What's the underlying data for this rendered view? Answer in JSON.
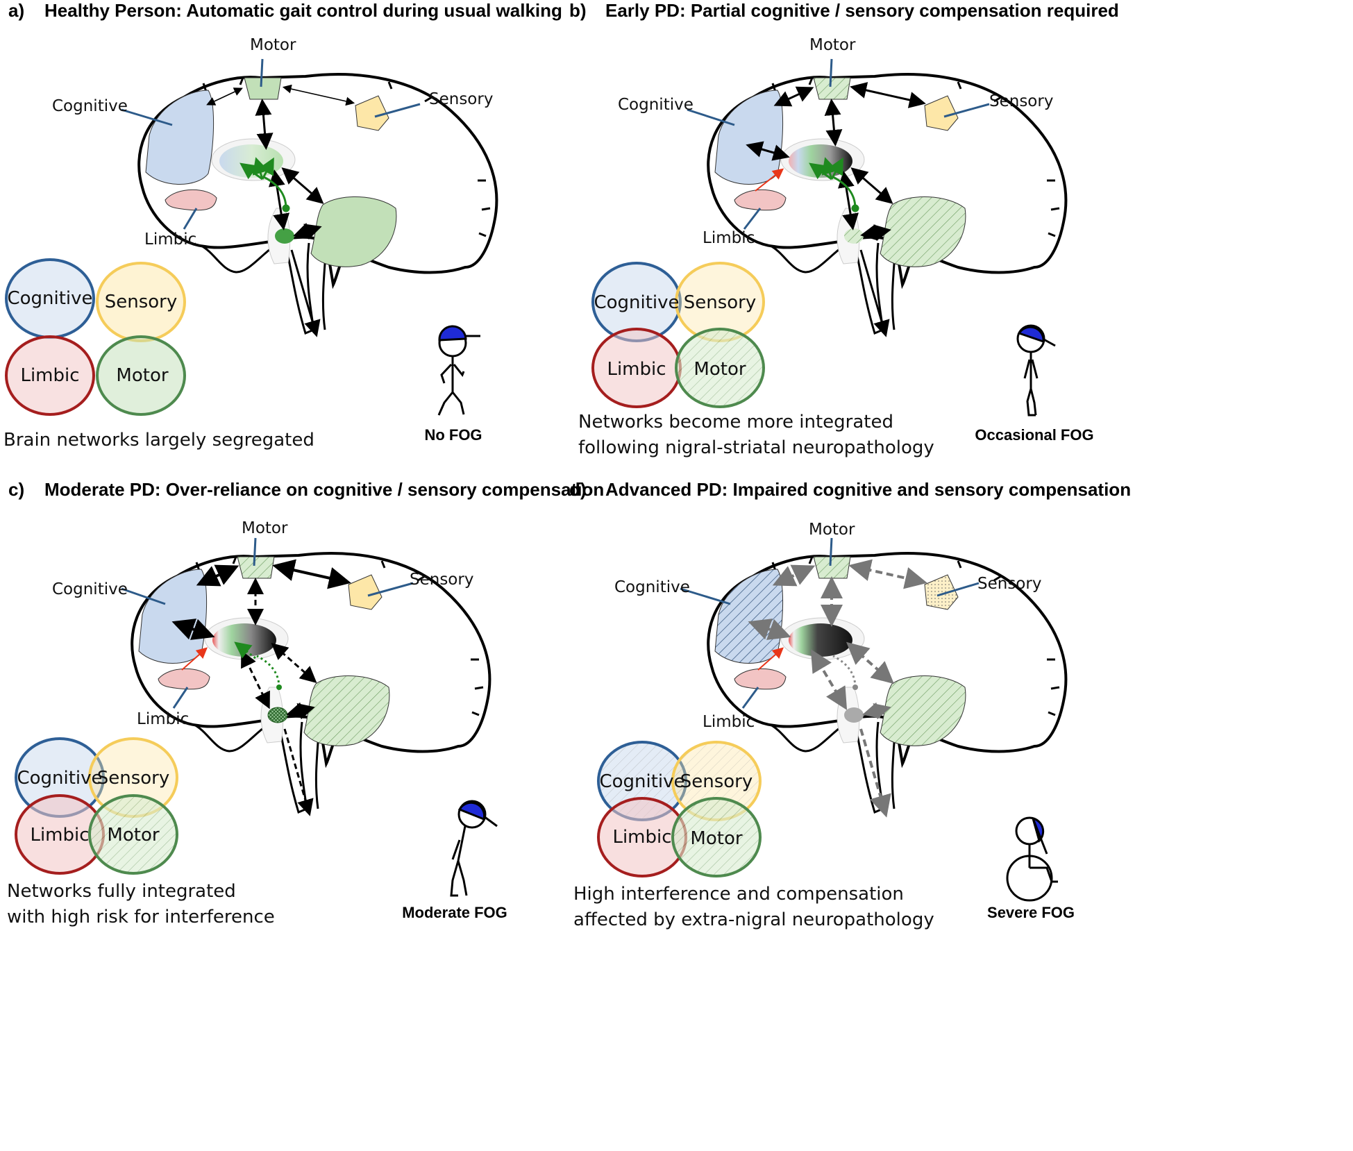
{
  "panels": [
    {
      "letter": "a)",
      "title": "Healthy Person: Automatic gait control during usual walking",
      "regions": {
        "motor": "Motor",
        "cognitive": "Cognitive",
        "sensory": "Sensory",
        "limbic": "Limbic"
      },
      "venn": {
        "cognitive": "Cognitive",
        "sensory": "Sensory",
        "limbic": "Limbic",
        "motor": "Motor"
      },
      "caption": [
        "Brain networks largely segregated"
      ],
      "fog_label": "No FOG"
    },
    {
      "letter": "b)",
      "title": "Early PD: Partial cognitive / sensory compensation required",
      "regions": {
        "motor": "Motor",
        "cognitive": "Cognitive",
        "sensory": "Sensory",
        "limbic": "Limbic"
      },
      "venn": {
        "cognitive": "Cognitive",
        "sensory": "Sensory",
        "limbic": "Limbic",
        "motor": "Motor"
      },
      "caption": [
        "Networks become more integrated",
        "following nigral-striatal neuropathology"
      ],
      "fog_label": "Occasional FOG"
    },
    {
      "letter": "c)",
      "title": "Moderate PD: Over-reliance on cognitive / sensory compensation",
      "regions": {
        "motor": "Motor",
        "cognitive": "Cognitive",
        "sensory": "Sensory",
        "limbic": "Limbic"
      },
      "venn": {
        "cognitive": "Cognitive",
        "sensory": "Sensory",
        "limbic": "Limbic",
        "motor": "Motor"
      },
      "caption": [
        "Networks fully integrated",
        "with high risk for interference"
      ],
      "fog_label": "Moderate FOG"
    },
    {
      "letter": "d)",
      "title": "Advanced PD: Impaired cognitive and sensory compensation",
      "regions": {
        "motor": "Motor",
        "cognitive": "Cognitive",
        "sensory": "Sensory",
        "limbic": "Limbic"
      },
      "venn": {
        "cognitive": "Cognitive",
        "sensory": "Sensory",
        "limbic": "Limbic",
        "motor": "Motor"
      },
      "caption": [
        "High interference and compensation",
        "affected by extra-nigral neuropathology"
      ],
      "fog_label": "Severe FOG"
    }
  ],
  "colors": {
    "cognitive_fill": "#c9d9ee",
    "cognitive_stroke": "#2e5f96",
    "sensory_fill": "#fde7a8",
    "sensory_stroke": "#f5cc5a",
    "limbic_fill": "#f2c4c4",
    "limbic_stroke": "#a51e1e",
    "motor_fill": "#c2e0b8",
    "motor_stroke": "#4e8a4e",
    "leader_line": "#2d5b8a",
    "cap": "#1f2bd6",
    "green_path": "#1f8a1f",
    "red_arrow": "#e8361a"
  }
}
